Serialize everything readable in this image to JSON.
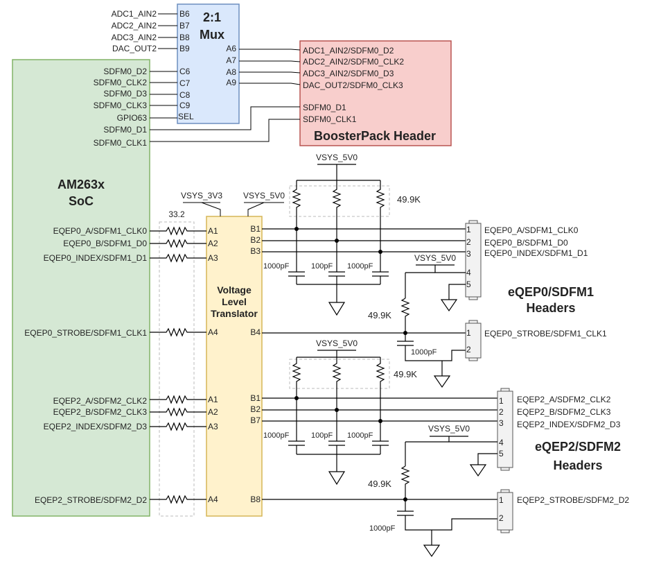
{
  "soc": {
    "name_line1": "AM263x",
    "name_line2": "SoC"
  },
  "soc_pins": {
    "sdfm0_d2": "SDFM0_D2",
    "sdfm0_clk2": "SDFM0_CLK2",
    "sdfm0_d3": "SDFM0_D3",
    "sdfm0_clk3": "SDFM0_CLK3",
    "gpio63": "GPIO63",
    "sdfm0_d1": "SDFM0_D1",
    "sdfm0_clk1": "SDFM0_CLK1",
    "eq0_a": "EQEP0_A/SDFM1_CLK0",
    "eq0_b": "EQEP0_B/SDFM1_D0",
    "eq0_index": "EQEP0_INDEX/SDFM1_D1",
    "eq0_strobe": "EQEP0_STROBE/SDFM1_CLK1",
    "eq2_a": "EQEP2_A/SDFM2_CLK2",
    "eq2_b": "EQEP2_B/SDFM2_CLK3",
    "eq2_index": "EQEP2_INDEX/SDFM2_D3",
    "eq2_strobe": "EQEP2_STROBE/SDFM2_D2"
  },
  "mux": {
    "title_line1": "2:1",
    "title_line2": "Mux",
    "inputs": [
      "ADC1_AIN2",
      "ADC2_AIN2",
      "ADC3_AIN2",
      "DAC_OUT2"
    ],
    "pins_b": [
      "B6",
      "B7",
      "B8",
      "B9"
    ],
    "pins_c": [
      "C6",
      "C7",
      "C8",
      "C9"
    ],
    "pin_sel": "SEL",
    "pins_a": [
      "A6",
      "A7",
      "A8",
      "A9"
    ]
  },
  "booster": {
    "title": "BoosterPack Header",
    "signals": [
      "ADC1_AIN2/SDFM0_D2",
      "ADC2_AIN2/SDFM0_CLK2",
      "ADC3_AIN2/SDFM0_D3",
      "DAC_OUT2/SDFM0_CLK3",
      "SDFM0_D1",
      "SDFM0_CLK1"
    ]
  },
  "translator": {
    "line1": "Voltage",
    "line2": "Level",
    "line3": "Translator",
    "pins_a_top": [
      "A1",
      "A2",
      "A3",
      "A4"
    ],
    "pins_a_bottom": [
      "A1",
      "A2",
      "A3",
      "A4"
    ],
    "pins_b_top": [
      "B1",
      "B2",
      "B3",
      "B4"
    ],
    "pins_b_bottom": [
      "B1",
      "B2",
      "B7",
      "B8"
    ]
  },
  "rails": {
    "vsys_3v3": "VSYS_3V3",
    "vsys_5v0": "VSYS_5V0"
  },
  "values": {
    "r_series": "33.2",
    "r_pull": "49.9K",
    "c_1000": "1000pF",
    "c_100": "100pF"
  },
  "header_eqep0": {
    "title_line1": "eQEP0/SDFM1",
    "title_line2": "Headers",
    "pins": [
      "1",
      "2",
      "3",
      "4",
      "5"
    ],
    "signals": [
      "EQEP0_A/SDFM1_CLK0",
      "EQEP0_B/SDFM1_D0",
      "EQEP0_INDEX/SDFM1_D1"
    ],
    "strobe_pins": [
      "1",
      "2"
    ],
    "strobe_signal": "EQEP0_STROBE/SDFM1_CLK1"
  },
  "header_eqep2": {
    "title_line1": "eQEP2/SDFM2",
    "title_line2": "Headers",
    "pins": [
      "1",
      "2",
      "3",
      "4",
      "5"
    ],
    "signals": [
      "EQEP2_A/SDFM2_CLK2",
      "EQEP2_B/SDFM2_CLK3",
      "EQEP2_INDEX/SDFM2_D3"
    ],
    "strobe_pins": [
      "1",
      "2"
    ],
    "strobe_signal": "EQEP2_STROBE/SDFM2_D2"
  },
  "colors": {
    "soc_fill": "#d5e8d4",
    "soc_stroke": "#82b366",
    "mux_fill": "#dae8fc",
    "mux_stroke": "#6c8ebf",
    "booster_fill": "#f8cecc",
    "booster_stroke": "#b85450",
    "translator_fill": "#fff2cc",
    "translator_stroke": "#d6b656"
  }
}
